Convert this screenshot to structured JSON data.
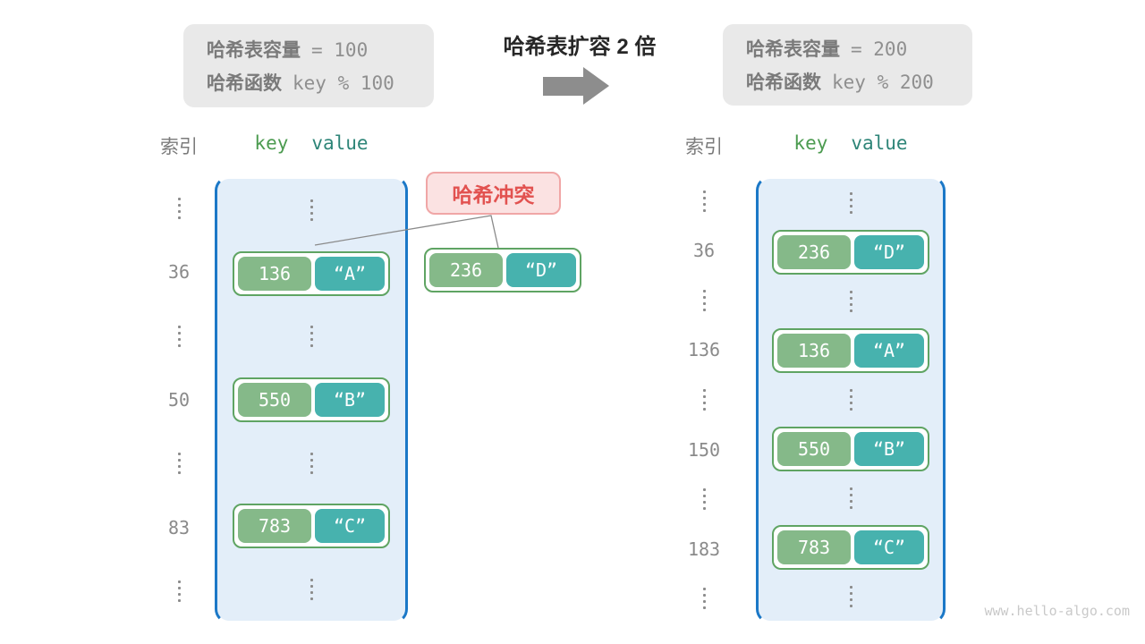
{
  "info_left": {
    "line1_label": "哈希表容量",
    "line1_value": "= 100",
    "line2_label": "哈希函数",
    "line2_value": "key % 100"
  },
  "transition": {
    "title": "哈希表扩容 2 倍"
  },
  "info_right": {
    "line1_label": "哈希表容量",
    "line1_value": "= 200",
    "line2_label": "哈希函数",
    "line2_value": "key % 200"
  },
  "collision": {
    "label": "哈希冲突"
  },
  "floating_pair": {
    "key": "236",
    "value": "“D”"
  },
  "left_table": {
    "headers": {
      "index": "索引",
      "key": "key",
      "value": "value"
    },
    "rows": [
      {
        "type": "dots"
      },
      {
        "type": "pair",
        "index": "36",
        "key": "136",
        "value": "“A”"
      },
      {
        "type": "dots"
      },
      {
        "type": "pair",
        "index": "50",
        "key": "550",
        "value": "“B”"
      },
      {
        "type": "dots"
      },
      {
        "type": "pair",
        "index": "83",
        "key": "783",
        "value": "“C”"
      },
      {
        "type": "dots"
      }
    ]
  },
  "right_table": {
    "headers": {
      "index": "索引",
      "key": "key",
      "value": "value"
    },
    "rows": [
      {
        "type": "dots"
      },
      {
        "type": "pair",
        "index": "36",
        "key": "236",
        "value": "“D”"
      },
      {
        "type": "dots"
      },
      {
        "type": "pair",
        "index": "136",
        "key": "136",
        "value": "“A”"
      },
      {
        "type": "dots"
      },
      {
        "type": "pair",
        "index": "150",
        "key": "550",
        "value": "“B”"
      },
      {
        "type": "dots"
      },
      {
        "type": "pair",
        "index": "183",
        "key": "783",
        "value": "“C”"
      },
      {
        "type": "dots"
      }
    ]
  },
  "watermark": "www.hello-algo.com",
  "colors": {
    "container_fill": "#e3eef9",
    "container_border": "#1b78c7",
    "key_green": "#85b989",
    "value_teal": "#47b2ae",
    "pair_border": "#5fa463",
    "collision_red": "#e25250",
    "collision_bg": "#fbe2e2",
    "info_box_bg": "#e9e9e9",
    "header_key_green": "#4c9b50",
    "header_value_teal": "#2e8578"
  }
}
